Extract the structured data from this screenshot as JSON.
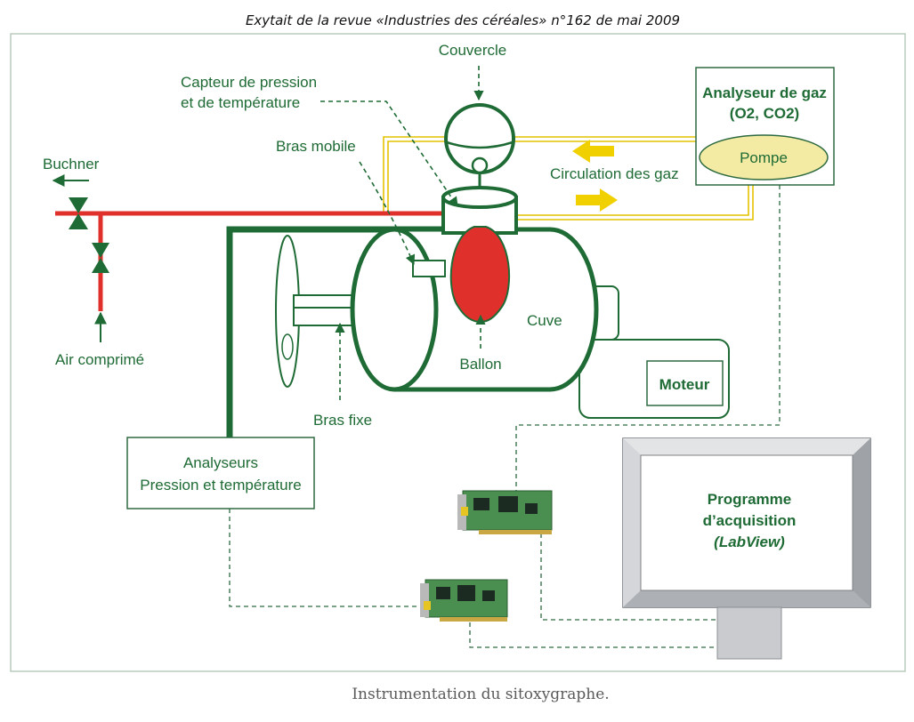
{
  "header": "Exytait de la revue «Industries des céréales» n°162 de mai 2009",
  "caption": "Instrumentation du sitoxygraphe.",
  "labels": {
    "couvercle": "Couvercle",
    "capteur_line1": "Capteur de pression",
    "capteur_line2": "et de température",
    "bras_mobile": "Bras mobile",
    "buchner": "Buchner",
    "air_comprime": "Air comprimé",
    "ballon": "Ballon",
    "cuve": "Cuve",
    "bras_fixe": "Bras fixe",
    "circulation": "Circulation des gaz",
    "analyseur_gaz": "Analyseur de gaz",
    "analyseur_gaz_formula": "(O2, CO2)",
    "pompe": "Pompe",
    "moteur": "Moteur",
    "analyseurs_line1": "Analyseurs",
    "analyseurs_line2": "Pression et température",
    "programme_line1": "Programme",
    "programme_line2": "d’acquisition",
    "programme_line3": "(LabView)"
  },
  "colors": {
    "green": "#1f6b35",
    "red": "#e0302c",
    "yellow": "#f1d000",
    "pump_fill": "#f3eba4",
    "monitor_gray": "#bfc1c4",
    "border": "#2d6a40"
  }
}
